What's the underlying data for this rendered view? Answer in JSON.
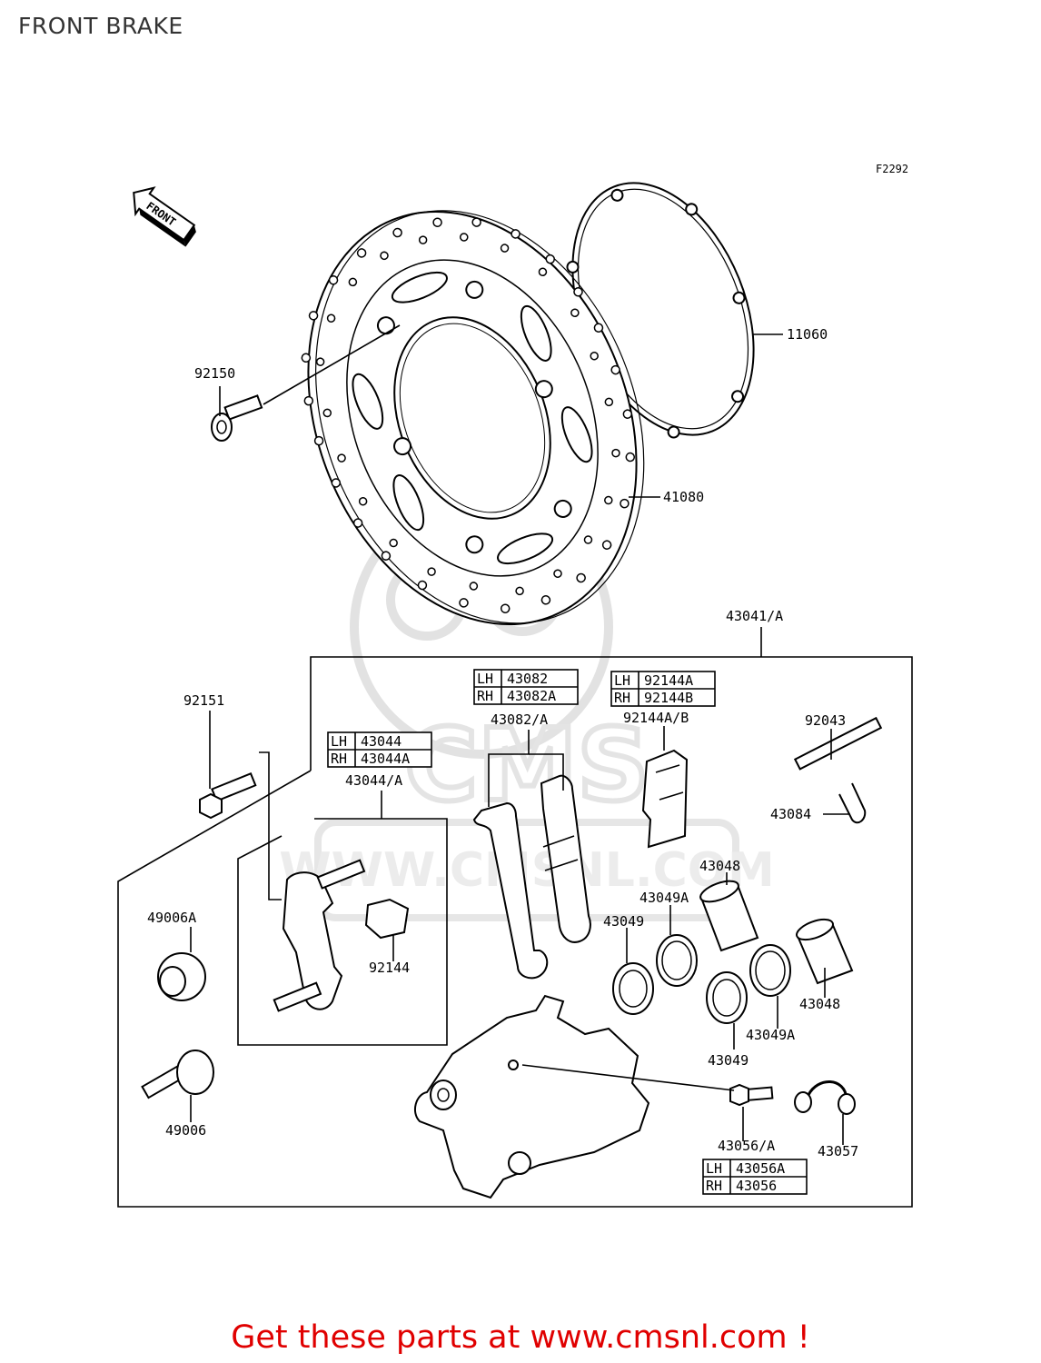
{
  "page": {
    "title": "FRONT BRAKE",
    "figure_code": "F2292",
    "front_marker": "FRONT"
  },
  "watermark": {
    "text": "WWW.CMSNL.COM",
    "logo": "CMS"
  },
  "parts": {
    "p11060": "11060",
    "p92150": "92150",
    "p41080": "41080",
    "p43041": "43041/A",
    "p92151": "92151",
    "p43044": "43044/A",
    "p43082": "43082/A",
    "p92144ab": "92144A/B",
    "p92043": "92043",
    "p43084": "43084",
    "p49006a": "49006A",
    "p92144": "92144",
    "p43048a": "43048",
    "p43049a_a": "43049A",
    "p43049_a": "43049",
    "p43048b": "43048",
    "p43049a_b": "43049A",
    "p43049_b": "43049",
    "p49006": "49006",
    "p43056": "43056/A",
    "p43057": "43057"
  },
  "tables": {
    "t43082": {
      "lh_label": "LH",
      "lh": "43082",
      "rh_label": "RH",
      "rh": "43082A"
    },
    "t92144": {
      "lh_label": "LH",
      "lh": "92144A",
      "rh_label": "RH",
      "rh": "92144B"
    },
    "t43044": {
      "lh_label": "LH",
      "lh": "43044",
      "rh_label": "RH",
      "rh": "43044A"
    },
    "t43056": {
      "lh_label": "LH",
      "lh": "43056A",
      "rh_label": "RH",
      "rh": "43056"
    }
  },
  "footer": {
    "cta": "Get these parts at www.cmsnl.com !"
  },
  "colors": {
    "footer_text": "#e00000",
    "line": "#000000",
    "title": "#333333"
  }
}
